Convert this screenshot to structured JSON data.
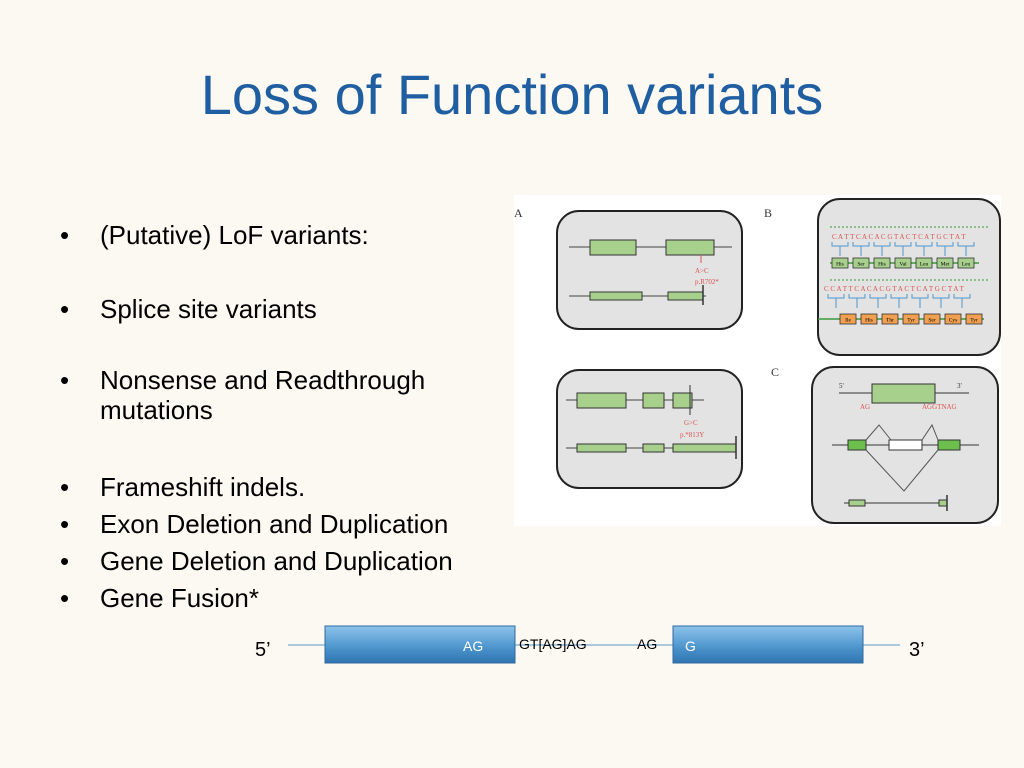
{
  "slide": {
    "title": "Loss of Function variants"
  },
  "bullets": [
    {
      "text": "(Putative) LoF variants:"
    },
    {
      "text": "Splice site variants"
    },
    {
      "text": "Nonsense and Readthrough",
      "cont": "mutations"
    },
    {
      "text": "Frameshift indels."
    },
    {
      "text": "Exon Deletion and Duplication"
    },
    {
      "text": "Gene Deletion and Duplication"
    },
    {
      "text": "Gene Fusion*"
    }
  ],
  "figure": {
    "panel_a_label": "A",
    "panel_b_label": "B",
    "panel_c_label": "C",
    "a_mut": "A>C",
    "a_prot": "p.R702*",
    "c_mut": "G>C",
    "c_prot": "p.*813Y",
    "codon_top": "C A T T C A C A C G T A C T C A T G C T A T",
    "codon_bottom": "C C A T T C A C A C G T A C T C A T G C T A T",
    "aa_top": [
      "His",
      "Ser",
      "His",
      "Val",
      "Leu",
      "Met",
      "Leu"
    ],
    "aa_bottom": [
      "Ile",
      "His",
      "Thr",
      "Tyr",
      "Ser",
      "Cys",
      "Tyr"
    ],
    "splice_5": "5'",
    "splice_3": "3'",
    "splice_ag_left": "AG",
    "splice_ag_right": "AGGTNAG"
  },
  "splice": {
    "five": "5’",
    "three": "3’",
    "exon1_label": "AG",
    "intron_label": "GT[AG]AG",
    "acceptor_label": "AG",
    "exon2_label": "G"
  },
  "colors": {
    "title": "#1f5ea1",
    "exon_green": "#a8d08d",
    "panel_gray": "#e3e3e3",
    "mutation_red": "#d9534f",
    "aa_orange": "#f0a050",
    "exon_blue": "#4f97cf"
  }
}
